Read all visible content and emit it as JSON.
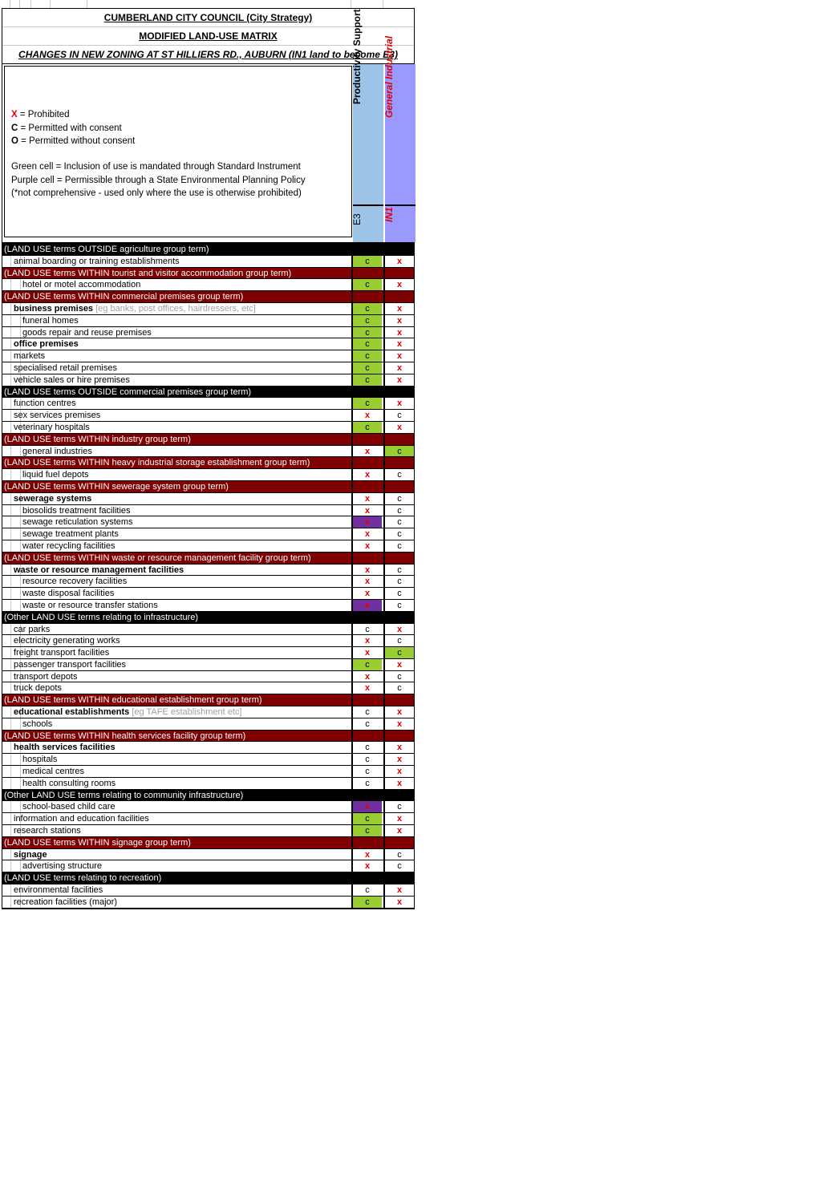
{
  "title1": "CUMBERLAND CITY COUNCIL (City Strategy)",
  "title2": "MODIFIED LAND-USE MATRIX",
  "title3": "CHANGES IN NEW ZONING AT ST HILLIERS RD., AUBURN (IN1 land to become E3)",
  "legend": {
    "x_key": "X",
    "x_text": " = Prohibited",
    "c_key": "C",
    "c_text": " = Permitted with consent",
    "o_key": "O",
    "o_text": " = Permitted without consent",
    "green": "Green cell = Inclusion of use is mandated through Standard Instrument",
    "purple": "Purple cell = Permissible through a State Environmental Planning Policy",
    "note": "(*not comprehensive - used only where the use is otherwise prohibited)"
  },
  "zones": [
    {
      "name": "Productivity Support",
      "code": "E3",
      "color": "#9dc3e6",
      "name_color": "#000000",
      "code_color": "#000000"
    },
    {
      "name": "General Industrial",
      "code": "IN1",
      "color": "#9999ff",
      "name_color": "#e00000",
      "code_color": "#e00000"
    }
  ],
  "colors": {
    "group_red": "#7f0000",
    "group_black": "#000000",
    "green": "#9acd32",
    "purple": "#7030a0",
    "prohibited": "#e00000"
  },
  "rows": [
    {
      "type": "grp",
      "style": "blk",
      "label": "(LAND USE terms OUTSIDE agriculture group term)"
    },
    {
      "type": "item",
      "indent": 1,
      "label": "animal boarding or training establishments",
      "e3": "c",
      "e3bg": "g",
      "in1": "x",
      "in1bg": ""
    },
    {
      "type": "grp",
      "style": "red",
      "label": "(LAND USE terms WITHIN tourist and visitor accommodation group term)"
    },
    {
      "type": "item",
      "indent": 2,
      "label": "hotel or motel accommodation",
      "e3": "c",
      "e3bg": "g",
      "in1": "x",
      "in1bg": ""
    },
    {
      "type": "grp",
      "style": "red",
      "label": "(LAND USE terms WITHIN commercial premises group term)"
    },
    {
      "type": "item",
      "indent": 1,
      "bold": true,
      "label": "business premises",
      "note": " [eg banks, post offices, hairdressers, etc]",
      "e3": "c",
      "e3bg": "g",
      "in1": "x",
      "in1bg": ""
    },
    {
      "type": "item",
      "indent": 2,
      "label": "funeral homes",
      "e3": "c",
      "e3bg": "g",
      "in1": "x",
      "in1bg": ""
    },
    {
      "type": "item",
      "indent": 2,
      "label": "goods repair and reuse premises",
      "e3": "c",
      "e3bg": "g",
      "in1": "x",
      "in1bg": ""
    },
    {
      "type": "item",
      "indent": 1,
      "bold": true,
      "label": "office premises",
      "e3": "c",
      "e3bg": "g",
      "in1": "x",
      "in1bg": ""
    },
    {
      "type": "item",
      "indent": 1,
      "label": "markets",
      "e3": "c",
      "e3bg": "g",
      "in1": "x",
      "in1bg": ""
    },
    {
      "type": "item",
      "indent": 1,
      "label": "specialised retail premises",
      "e3": "c",
      "e3bg": "g",
      "in1": "x",
      "in1bg": ""
    },
    {
      "type": "item",
      "indent": 1,
      "label": "vehicle sales or hire premises",
      "e3": "c",
      "e3bg": "g",
      "in1": "x",
      "in1bg": ""
    },
    {
      "type": "grp",
      "style": "blk",
      "label": "(LAND USE terms OUTSIDE commercial premises group term)"
    },
    {
      "type": "item",
      "indent": 1,
      "label": "function centres",
      "e3": "c",
      "e3bg": "g",
      "in1": "x",
      "in1bg": ""
    },
    {
      "type": "item",
      "indent": 1,
      "label": "sex services premises",
      "e3": "x",
      "e3bg": "",
      "in1": "c",
      "in1bg": ""
    },
    {
      "type": "item",
      "indent": 1,
      "label": "veterinary hospitals",
      "e3": "c",
      "e3bg": "g",
      "in1": "x",
      "in1bg": ""
    },
    {
      "type": "grp",
      "style": "red",
      "label": "(LAND USE terms WITHIN industry group term)"
    },
    {
      "type": "item",
      "indent": 2,
      "label": "general industries",
      "e3": "x",
      "e3bg": "",
      "in1": "c",
      "in1bg": "g"
    },
    {
      "type": "grp",
      "style": "red",
      "label": "(LAND USE terms WITHIN heavy industrial storage establishment group term)"
    },
    {
      "type": "item",
      "indent": 2,
      "label": "liquid fuel depots",
      "e3": "x",
      "e3bg": "",
      "in1": "c",
      "in1bg": ""
    },
    {
      "type": "grp",
      "style": "red",
      "label": "(LAND USE terms WITHIN sewerage system group term)"
    },
    {
      "type": "item",
      "indent": 1,
      "bold": true,
      "label": "sewerage systems",
      "e3": "x",
      "e3bg": "",
      "in1": "c",
      "in1bg": ""
    },
    {
      "type": "item",
      "indent": 2,
      "label": "biosolids treatment facilities",
      "e3": "x",
      "e3bg": "",
      "in1": "c",
      "in1bg": ""
    },
    {
      "type": "item",
      "indent": 2,
      "label": "sewage reticulation systems",
      "e3": "x",
      "e3bg": "p",
      "in1": "c",
      "in1bg": ""
    },
    {
      "type": "item",
      "indent": 2,
      "label": "sewage treatment plants",
      "e3": "x",
      "e3bg": "",
      "in1": "c",
      "in1bg": ""
    },
    {
      "type": "item",
      "indent": 2,
      "label": "water recycling facilities",
      "e3": "x",
      "e3bg": "",
      "in1": "c",
      "in1bg": ""
    },
    {
      "type": "grp",
      "style": "red",
      "label": "(LAND USE terms WITHIN waste or resource management facility group term)"
    },
    {
      "type": "item",
      "indent": 1,
      "bold": true,
      "label": "waste or resource management facilities",
      "e3": "x",
      "e3bg": "",
      "in1": "c",
      "in1bg": ""
    },
    {
      "type": "item",
      "indent": 2,
      "label": "resource recovery facilities",
      "e3": "x",
      "e3bg": "",
      "in1": "c",
      "in1bg": ""
    },
    {
      "type": "item",
      "indent": 2,
      "label": "waste disposal facilities",
      "e3": "x",
      "e3bg": "",
      "in1": "c",
      "in1bg": ""
    },
    {
      "type": "item",
      "indent": 2,
      "label": "waste or resource transfer stations",
      "e3": "x",
      "e3bg": "p",
      "in1": "c",
      "in1bg": ""
    },
    {
      "type": "grp",
      "style": "blk",
      "label": "(Other LAND USE terms relating to infrastructure)"
    },
    {
      "type": "item",
      "indent": 1,
      "label": "car parks",
      "e3": "c",
      "e3bg": "",
      "in1": "x",
      "in1bg": ""
    },
    {
      "type": "item",
      "indent": 1,
      "label": "electricity generating works",
      "e3": "x",
      "e3bg": "",
      "in1": "c",
      "in1bg": ""
    },
    {
      "type": "item",
      "indent": 1,
      "label": "freight transport facilities",
      "e3": "x",
      "e3bg": "",
      "in1": "c",
      "in1bg": "g"
    },
    {
      "type": "item",
      "indent": 1,
      "label": "passenger transport facilities",
      "e3": "c",
      "e3bg": "g",
      "in1": "x",
      "in1bg": ""
    },
    {
      "type": "item",
      "indent": 1,
      "label": "transport depots",
      "e3": "x",
      "e3bg": "",
      "in1": "c",
      "in1bg": ""
    },
    {
      "type": "item",
      "indent": 1,
      "label": "truck depots",
      "e3": "x",
      "e3bg": "",
      "in1": "c",
      "in1bg": ""
    },
    {
      "type": "grp",
      "style": "red",
      "label": "(LAND USE terms WITHIN educational establishment group term)"
    },
    {
      "type": "item",
      "indent": 1,
      "bold": true,
      "label": "educational establishments",
      "note": " [eg TAFE establishment etc]",
      "e3": "c",
      "e3bg": "",
      "in1": "x",
      "in1bg": ""
    },
    {
      "type": "item",
      "indent": 2,
      "label": "schools",
      "e3": "c",
      "e3bg": "",
      "in1": "x",
      "in1bg": ""
    },
    {
      "type": "grp",
      "style": "red",
      "label": "(LAND USE terms WITHIN health services facility group term)"
    },
    {
      "type": "item",
      "indent": 1,
      "bold": true,
      "label": "health services facilities",
      "e3": "c",
      "e3bg": "",
      "in1": "x",
      "in1bg": ""
    },
    {
      "type": "item",
      "indent": 2,
      "label": "hospitals",
      "e3": "c",
      "e3bg": "",
      "in1": "x",
      "in1bg": ""
    },
    {
      "type": "item",
      "indent": 2,
      "label": "medical centres",
      "e3": "c",
      "e3bg": "",
      "in1": "x",
      "in1bg": ""
    },
    {
      "type": "item",
      "indent": 2,
      "label": "health consulting rooms",
      "e3": "c",
      "e3bg": "",
      "in1": "x",
      "in1bg": ""
    },
    {
      "type": "grp",
      "style": "blk",
      "label": "(Other LAND USE terms relating to community infrastructure)"
    },
    {
      "type": "item",
      "indent": 2,
      "label": "school-based child care",
      "e3": "x",
      "e3bg": "p",
      "in1": "c",
      "in1bg": ""
    },
    {
      "type": "item",
      "indent": 1,
      "label": "information and education facilities",
      "e3": "c",
      "e3bg": "g",
      "in1": "x",
      "in1bg": ""
    },
    {
      "type": "item",
      "indent": 1,
      "label": "research stations",
      "e3": "c",
      "e3bg": "g",
      "in1": "x",
      "in1bg": ""
    },
    {
      "type": "grp",
      "style": "red",
      "label": "(LAND USE terms WITHIN signage group term)"
    },
    {
      "type": "item",
      "indent": 1,
      "bold": true,
      "label": "signage",
      "e3": "x",
      "e3bg": "",
      "in1": "c",
      "in1bg": ""
    },
    {
      "type": "item",
      "indent": 2,
      "label": "advertising structure",
      "e3": "x",
      "e3bg": "",
      "in1": "c",
      "in1bg": ""
    },
    {
      "type": "grp",
      "style": "blk",
      "label": "(LAND USE terms relating to recreation)"
    },
    {
      "type": "item",
      "indent": 1,
      "label": "environmental facilities",
      "e3": "c",
      "e3bg": "",
      "in1": "x",
      "in1bg": ""
    },
    {
      "type": "item",
      "indent": 1,
      "label": "recreation facilities (major)",
      "e3": "c",
      "e3bg": "g",
      "in1": "x",
      "in1bg": ""
    }
  ]
}
